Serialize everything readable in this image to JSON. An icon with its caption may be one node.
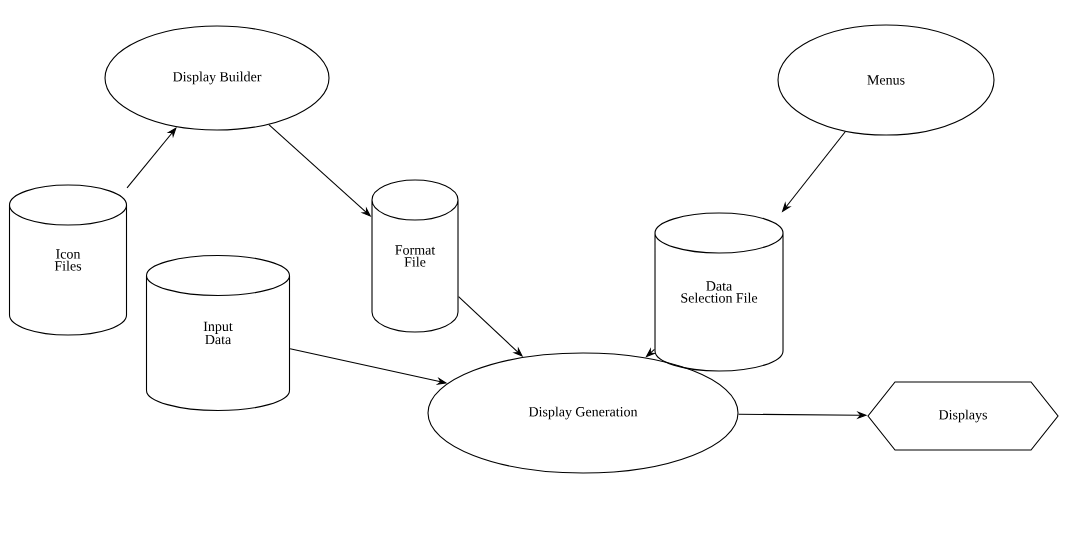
{
  "diagram": {
    "nodes": [
      {
        "text": [
          "Display Builder"
        ]
      },
      {
        "text": [
          "Menus"
        ]
      },
      {
        "text": [
          "Icon Files"
        ]
      },
      {
        "text": [
          "Format File"
        ]
      },
      {
        "text": [
          "Data Selection File"
        ]
      },
      {
        "text": [
          "Input Data"
        ]
      },
      {
        "text": [
          "Display Generation"
        ]
      },
      {
        "text": [
          "Displays"
        ]
      }
    ],
    "edges": [
      {
        "from": 2,
        "to": 0,
        "arrow": "to"
      },
      {
        "from": 0,
        "to": 3,
        "arrow": "to"
      },
      {
        "from": 1,
        "to": 4,
        "arrow": "to"
      },
      {
        "from": 3,
        "to": 6,
        "arrow": "to"
      },
      {
        "from": 4,
        "to": 6,
        "arrow": "to"
      },
      {
        "from": 5,
        "to": 6,
        "arrow": "to"
      },
      {
        "from": 6,
        "to": 7,
        "arrow": "to"
      }
    ]
  }
}
